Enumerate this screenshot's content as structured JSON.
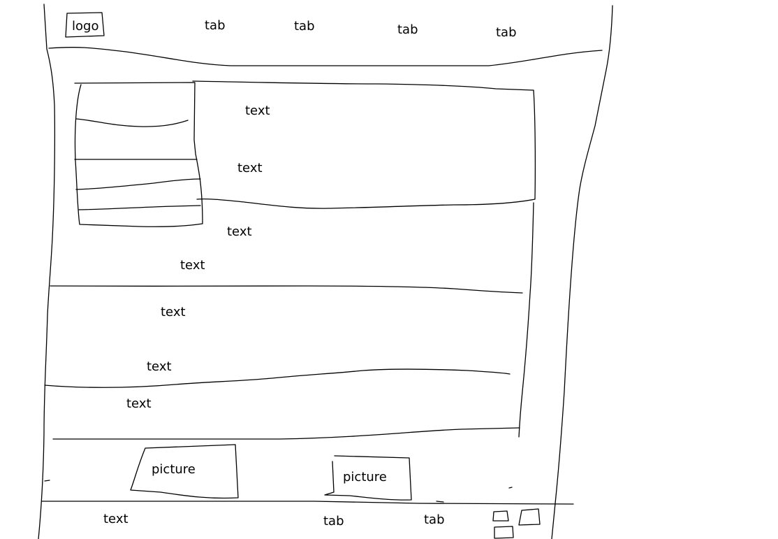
{
  "header": {
    "logo_label": "logo",
    "tabs": [
      "tab",
      "tab",
      "tab",
      "tab"
    ]
  },
  "main": {
    "panel_texts": [
      "text",
      "text"
    ],
    "body_texts": [
      "text",
      "text",
      "text",
      "text",
      "text"
    ]
  },
  "gallery": {
    "pictures": [
      "picture",
      "picture"
    ]
  },
  "footer": {
    "text": "text",
    "tabs": [
      "tab",
      "tab"
    ]
  }
}
